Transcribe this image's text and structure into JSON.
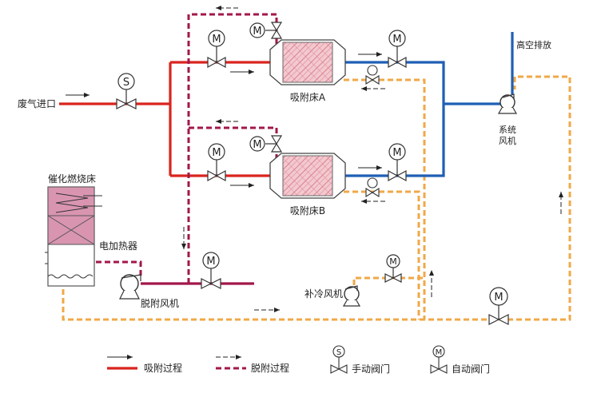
{
  "labels": {
    "inlet": "废气进口",
    "bed_a": "吸附床A",
    "bed_b": "吸附床B",
    "stack": "高空排放",
    "sys_fan_1": "系统",
    "sys_fan_2": "风机",
    "catalytic": "催化燃烧床",
    "heater": "电加热器",
    "desorb_fan": "脱附风机",
    "cool_fan": "补冷风机"
  },
  "valve_letters": {
    "manual": "S",
    "auto": "M"
  },
  "legend": {
    "adsorb": "吸附过程",
    "desorb": "脱附过程",
    "manual_valve": "手动阀门",
    "auto_valve": "自动阀门"
  },
  "colors": {
    "adsorb_red": "#d9241e",
    "desorb_maroon": "#a3174a",
    "clean_blue": "#1f5fb5",
    "cool_orange": "#f0a848",
    "bed_fill": "#f3c9cf",
    "bed_hatch": "#d9808f",
    "catalytic_fill": "#d995b0"
  }
}
